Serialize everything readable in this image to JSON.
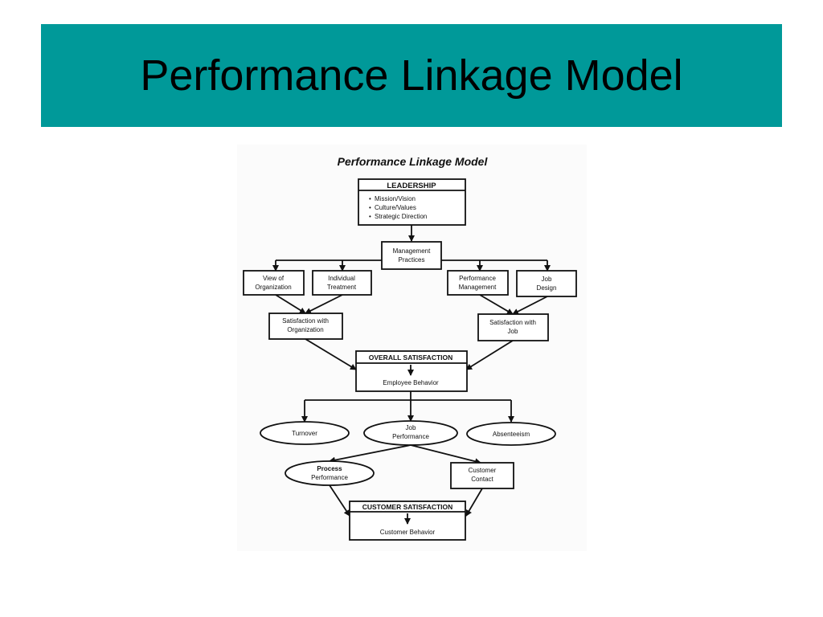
{
  "slide": {
    "title": "Performance Linkage Model",
    "banner_color": "#009999"
  },
  "diagram": {
    "heading": "Performance Linkage Model",
    "leadership": {
      "title": "LEADERSHIP",
      "items": [
        "Mission/Vision",
        "Culture/Values",
        "Strategic Direction"
      ]
    },
    "management_practices": [
      "Management",
      "Practices"
    ],
    "view_of_organization": [
      "View of",
      "Organization"
    ],
    "individual_treatment": [
      "Individual",
      "Treatment"
    ],
    "performance_management": [
      "Performance",
      "Management"
    ],
    "job_design": [
      "Job",
      "Design"
    ],
    "satisfaction_organization": [
      "Satisfaction with",
      "Organization"
    ],
    "satisfaction_job": [
      "Satisfaction with",
      "Job"
    ],
    "overall_satisfaction": {
      "title": "OVERALL SATISFACTION",
      "behavior": "Employee Behavior"
    },
    "turnover": "Turnover",
    "job_performance": [
      "Job",
      "Performance"
    ],
    "absenteeism": "Absenteeism",
    "process_performance": [
      "Process",
      "Performance"
    ],
    "customer_contact": [
      "Customer",
      "Contact"
    ],
    "customer_satisfaction": {
      "title": "CUSTOMER SATISFACTION",
      "behavior": "Customer Behavior"
    }
  }
}
